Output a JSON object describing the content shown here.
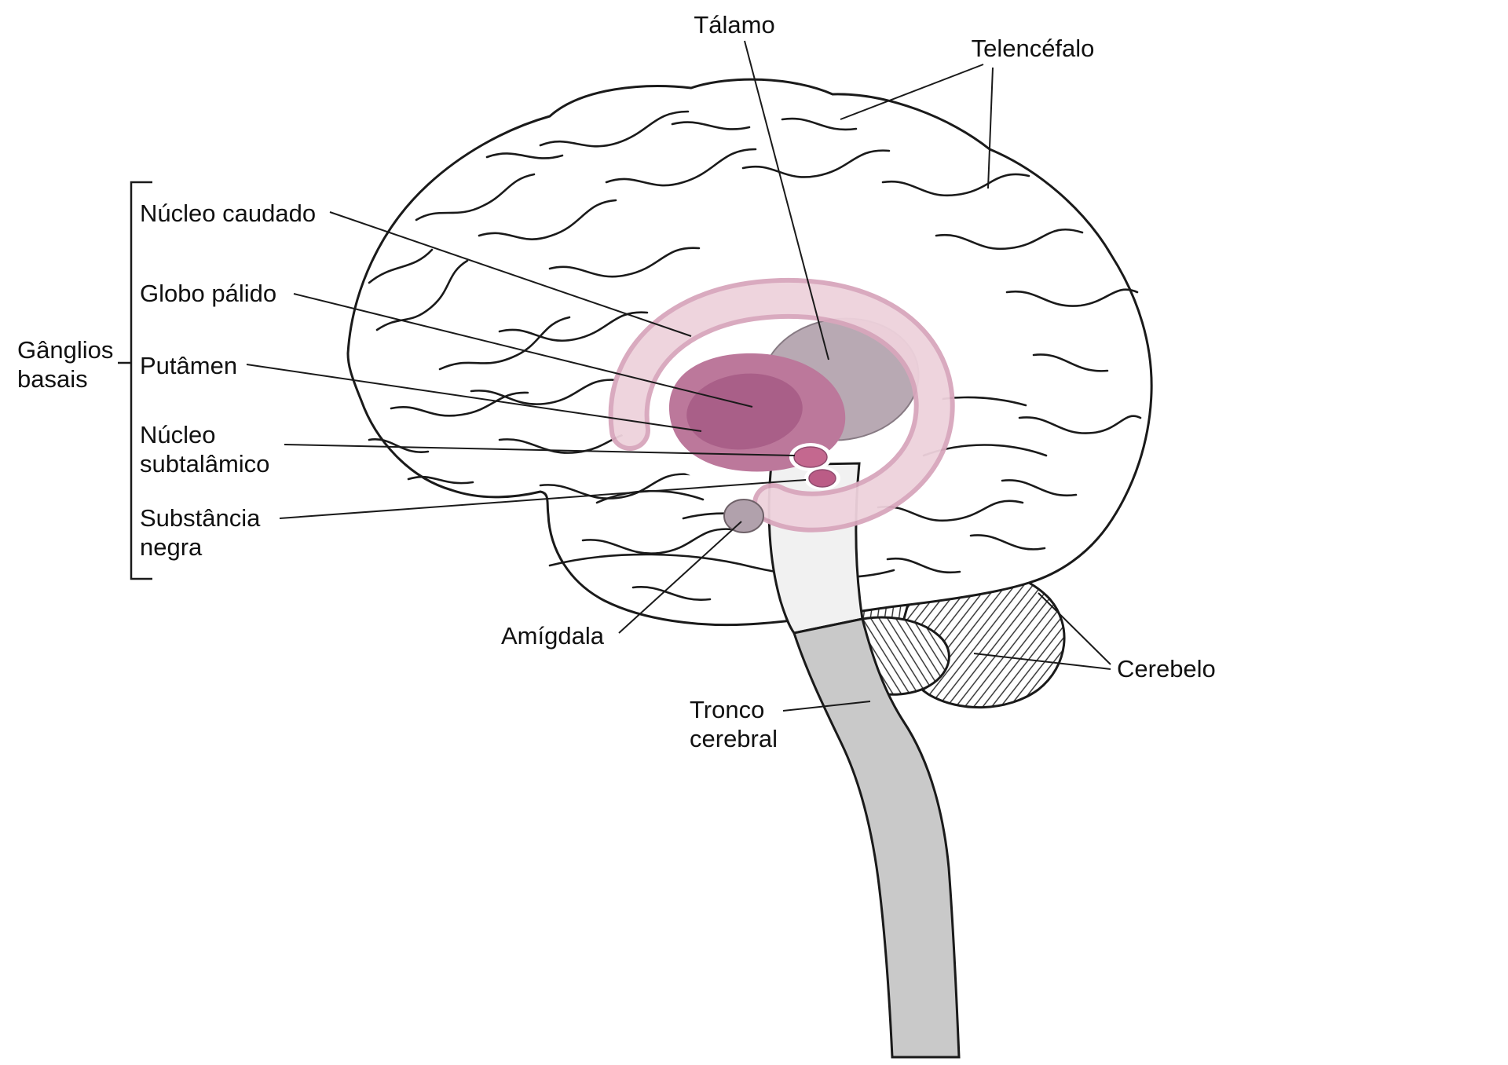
{
  "diagram": {
    "subject": "Anatomia do encéfalo — gânglios basais (vista lateral)",
    "labels": {
      "talamo": "Tálamo",
      "telencefalo": "Telencéfalo",
      "nucleo_caudado": "Núcleo caudado",
      "globo_palido": "Globo pálido",
      "ganglios_line1": "Gânglios",
      "ganglios_line2": "basais",
      "putamen": "Putâmen",
      "subtalamico_line1": "Núcleo",
      "subtalamico_line2": "subtalâmico",
      "substancia_line1": "Substância",
      "substancia_line2": "negra",
      "amigdala": "Amígdala",
      "tronco_line1": "Tronco",
      "tronco_line2": "cerebral",
      "cerebelo": "Cerebelo"
    },
    "colors": {
      "outline": "#1a1a1a",
      "caudate_edge": "#d8a6bc",
      "caudate_fill": "#eed2dc",
      "thalamus": "#b2a2ad",
      "putamen": "#bc789b",
      "globus_pallidus": "#a85e87",
      "subthalamic_nucleus": "#c4688f",
      "substantia_negra": "#bb5c86",
      "amygdala": "#b1a1ac",
      "pons": "#f1f1f1",
      "brainstem": "#c9c9c9"
    }
  }
}
